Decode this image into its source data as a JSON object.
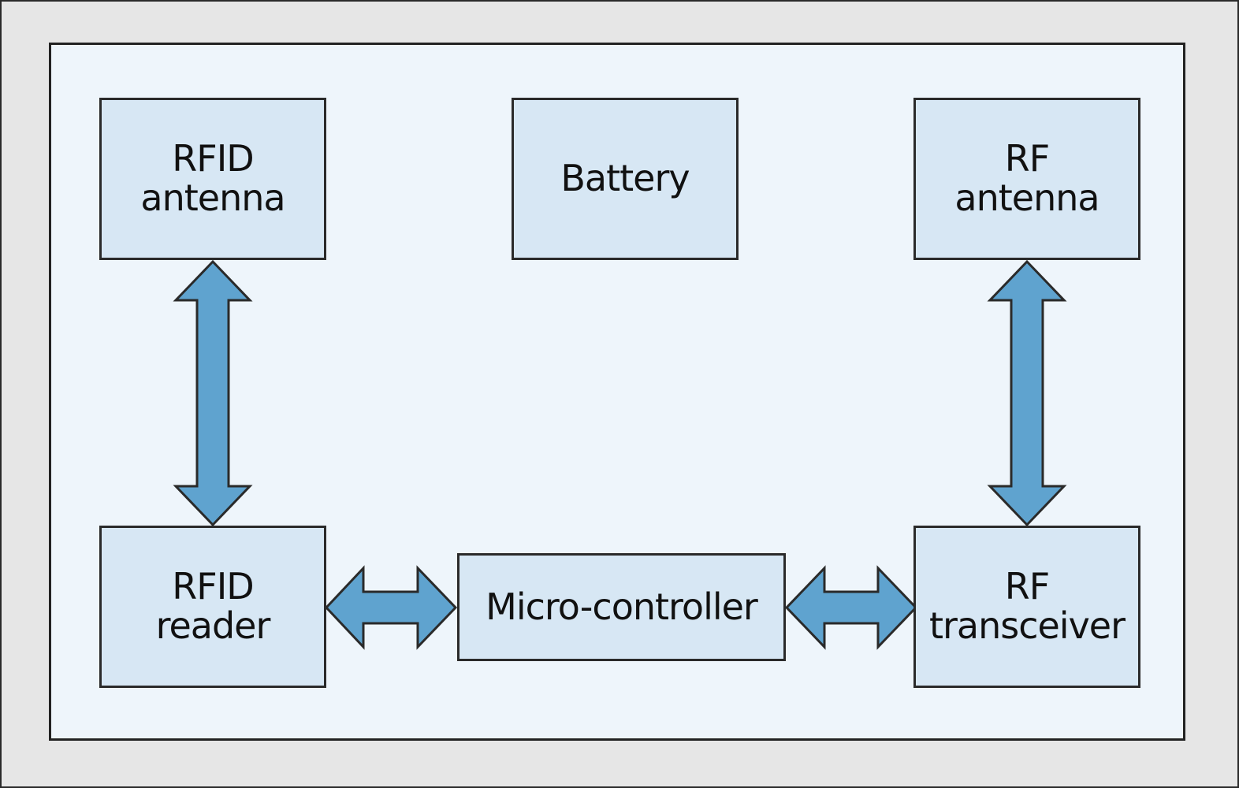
{
  "colors": {
    "outer_background": "#e6e6e6",
    "panel_background": "#eef5fb",
    "block_fill": "#d7e7f4",
    "arrow_fill": "#5fa3cf",
    "border": "#2a2a2a"
  },
  "blocks": {
    "rfid_antenna": {
      "line1": "RFID",
      "line2": "antenna"
    },
    "battery": {
      "line1": "Battery"
    },
    "rf_antenna": {
      "line1": "RF",
      "line2": "antenna"
    },
    "rfid_reader": {
      "line1": "RFID",
      "line2": "reader"
    },
    "microcontroller": {
      "line1": "Micro-controller"
    },
    "rf_transceiver": {
      "line1": "RF",
      "line2": "transceiver"
    }
  },
  "connections": [
    {
      "from": "RFID antenna",
      "to": "RFID reader",
      "direction": "bidirectional"
    },
    {
      "from": "RF antenna",
      "to": "RF transceiver",
      "direction": "bidirectional"
    },
    {
      "from": "RFID reader",
      "to": "Micro-controller",
      "direction": "bidirectional"
    },
    {
      "from": "Micro-controller",
      "to": "RF transceiver",
      "direction": "bidirectional"
    }
  ]
}
